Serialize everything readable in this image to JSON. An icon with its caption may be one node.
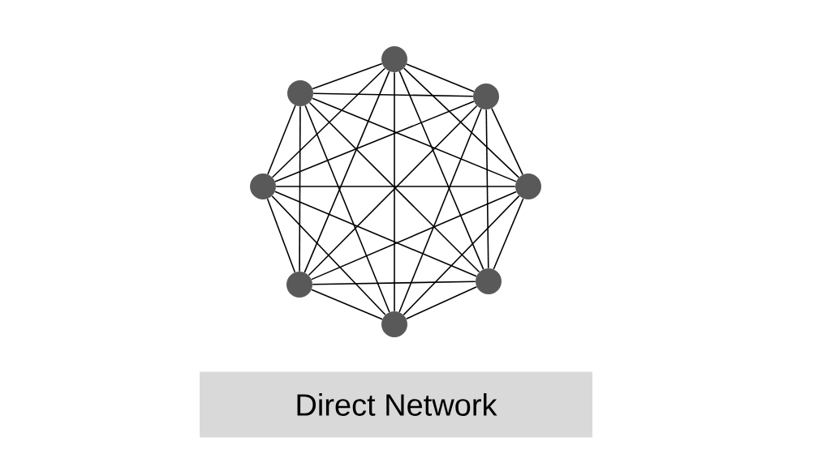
{
  "diagram": {
    "nodes": [
      {
        "text": [],
        "shape": "circle"
      },
      {
        "text": [],
        "shape": "circle"
      },
      {
        "text": [],
        "shape": "circle"
      },
      {
        "text": [],
        "shape": "circle"
      },
      {
        "text": [],
        "shape": "circle"
      },
      {
        "text": [],
        "shape": "circle"
      },
      {
        "text": [],
        "shape": "circle"
      },
      {
        "text": [],
        "shape": "circle"
      },
      {
        "text": [
          "Direct Network"
        ]
      }
    ],
    "edges": [
      {
        "from": 0,
        "to": 1,
        "arrow": "none"
      },
      {
        "from": 0,
        "to": 2,
        "arrow": "none"
      },
      {
        "from": 0,
        "to": 3,
        "arrow": "none"
      },
      {
        "from": 0,
        "to": 4,
        "arrow": "none"
      },
      {
        "from": 0,
        "to": 5,
        "arrow": "none"
      },
      {
        "from": 0,
        "to": 6,
        "arrow": "none"
      },
      {
        "from": 0,
        "to": 7,
        "arrow": "none"
      },
      {
        "from": 1,
        "to": 2,
        "arrow": "none"
      },
      {
        "from": 1,
        "to": 3,
        "arrow": "none"
      },
      {
        "from": 1,
        "to": 4,
        "arrow": "none"
      },
      {
        "from": 1,
        "to": 5,
        "arrow": "none"
      },
      {
        "from": 1,
        "to": 6,
        "arrow": "none"
      },
      {
        "from": 1,
        "to": 7,
        "arrow": "none"
      },
      {
        "from": 2,
        "to": 3,
        "arrow": "none"
      },
      {
        "from": 2,
        "to": 4,
        "arrow": "none"
      },
      {
        "from": 2,
        "to": 5,
        "arrow": "none"
      },
      {
        "from": 2,
        "to": 6,
        "arrow": "none"
      },
      {
        "from": 2,
        "to": 7,
        "arrow": "none"
      },
      {
        "from": 3,
        "to": 4,
        "arrow": "none"
      },
      {
        "from": 3,
        "to": 5,
        "arrow": "none"
      },
      {
        "from": 3,
        "to": 6,
        "arrow": "none"
      },
      {
        "from": 3,
        "to": 7,
        "arrow": "none"
      },
      {
        "from": 4,
        "to": 5,
        "arrow": "none"
      },
      {
        "from": 4,
        "to": 6,
        "arrow": "none"
      },
      {
        "from": 4,
        "to": 7,
        "arrow": "none"
      },
      {
        "from": 5,
        "to": 6,
        "arrow": "none"
      },
      {
        "from": 5,
        "to": 7,
        "arrow": "none"
      },
      {
        "from": 6,
        "to": 7,
        "arrow": "none"
      }
    ]
  }
}
